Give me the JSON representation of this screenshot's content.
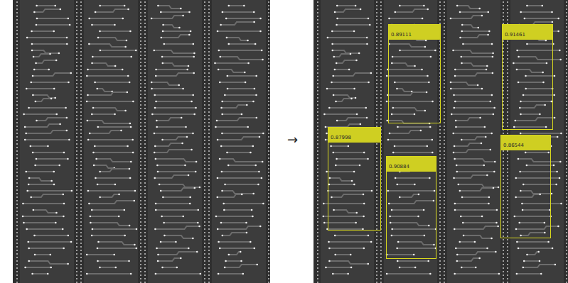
{
  "diagram": {
    "nodes": [
      {
        "text": [
          "0.89111"
        ]
      },
      {
        "text": [
          "0.91461"
        ]
      },
      {
        "text": [
          "0.87998"
        ]
      },
      {
        "text": [
          "0.86544"
        ]
      },
      {
        "text": [
          "0.90884"
        ]
      }
    ],
    "labels": [
      "→"
    ]
  }
}
